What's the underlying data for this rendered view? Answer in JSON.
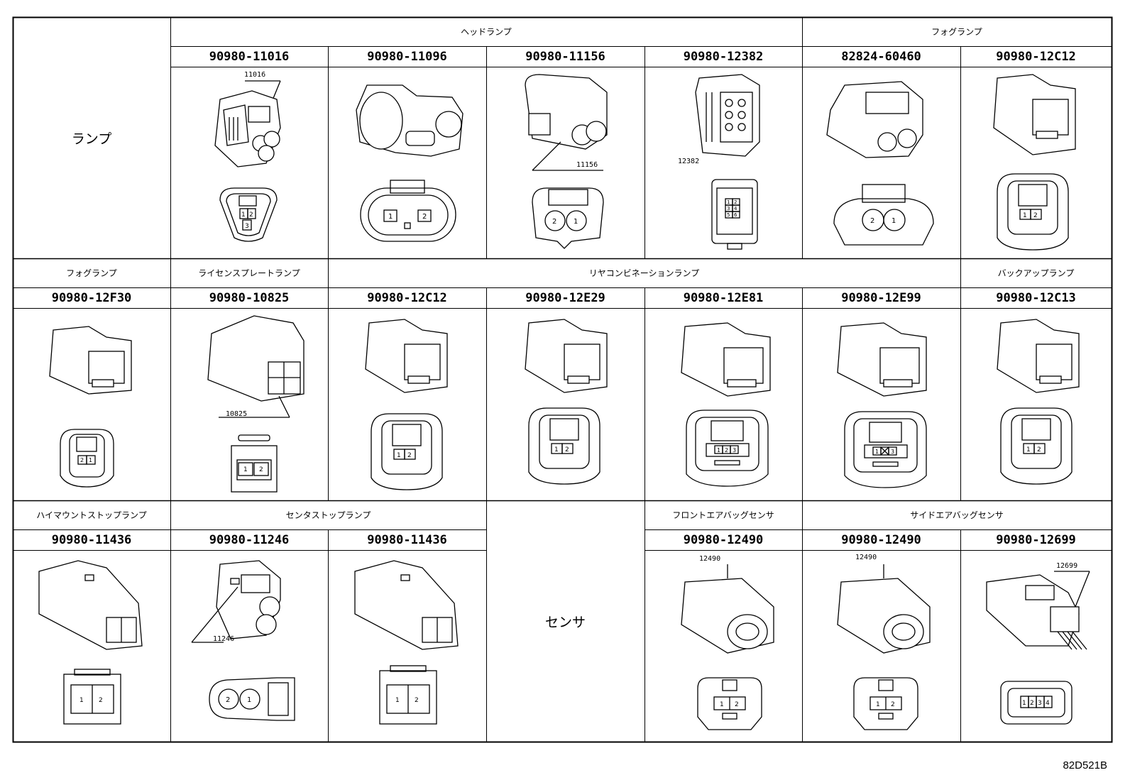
{
  "sheet": {
    "row1": {
      "category": "ランプ",
      "groups": [
        "ヘッドランプ",
        "フォグランプ"
      ],
      "parts": [
        "90980-11016",
        "90980-11096",
        "90980-11156",
        "90980-12382",
        "82824-60460",
        "90980-12C12"
      ],
      "refs": [
        "11016",
        "11156",
        "12382"
      ],
      "pins": [
        [
          "1",
          "2",
          "3"
        ],
        [
          "1",
          "2"
        ],
        [
          "2",
          "1"
        ],
        [
          "1",
          "2",
          "3",
          "4",
          "5",
          "6"
        ],
        [
          "2",
          "1"
        ],
        [
          "1",
          "2"
        ]
      ]
    },
    "row2": {
      "groups": [
        "フォグランプ",
        "ライセンスプレートランプ",
        "リヤコンビネーションランプ",
        "バックアップランプ"
      ],
      "parts": [
        "90980-12F30",
        "90980-10825",
        "90980-12C12",
        "90980-12E29",
        "90980-12E81",
        "90980-12E99",
        "90980-12C13"
      ],
      "refs": [
        "10825"
      ],
      "pins": [
        [
          "2",
          "1"
        ],
        [
          "1",
          "2"
        ],
        [
          "1",
          "2"
        ],
        [
          "1",
          "2"
        ],
        [
          "1",
          "2",
          "3"
        ],
        [
          "1",
          "3"
        ],
        [
          "1",
          "2"
        ]
      ]
    },
    "row3": {
      "groups": [
        "ハイマウントストップランプ",
        "センタストップランプ",
        "フロントエアバッグセンサ",
        "サイドエアバッグセンサ"
      ],
      "sensor_label": "センサ",
      "parts": [
        "90980-11436",
        "90980-11246",
        "90980-11436",
        "90980-12490",
        "90980-12490",
        "90980-12699"
      ],
      "refs": [
        "11246",
        "12490",
        "12490",
        "12699"
      ],
      "pins": [
        [
          "1",
          "2"
        ],
        [
          "2",
          "1"
        ],
        [
          "1",
          "2"
        ],
        [
          "1",
          "2"
        ],
        [
          "1",
          "2"
        ],
        [
          "1",
          "2",
          "3",
          "4"
        ]
      ]
    },
    "footer_code": "82D521B"
  }
}
